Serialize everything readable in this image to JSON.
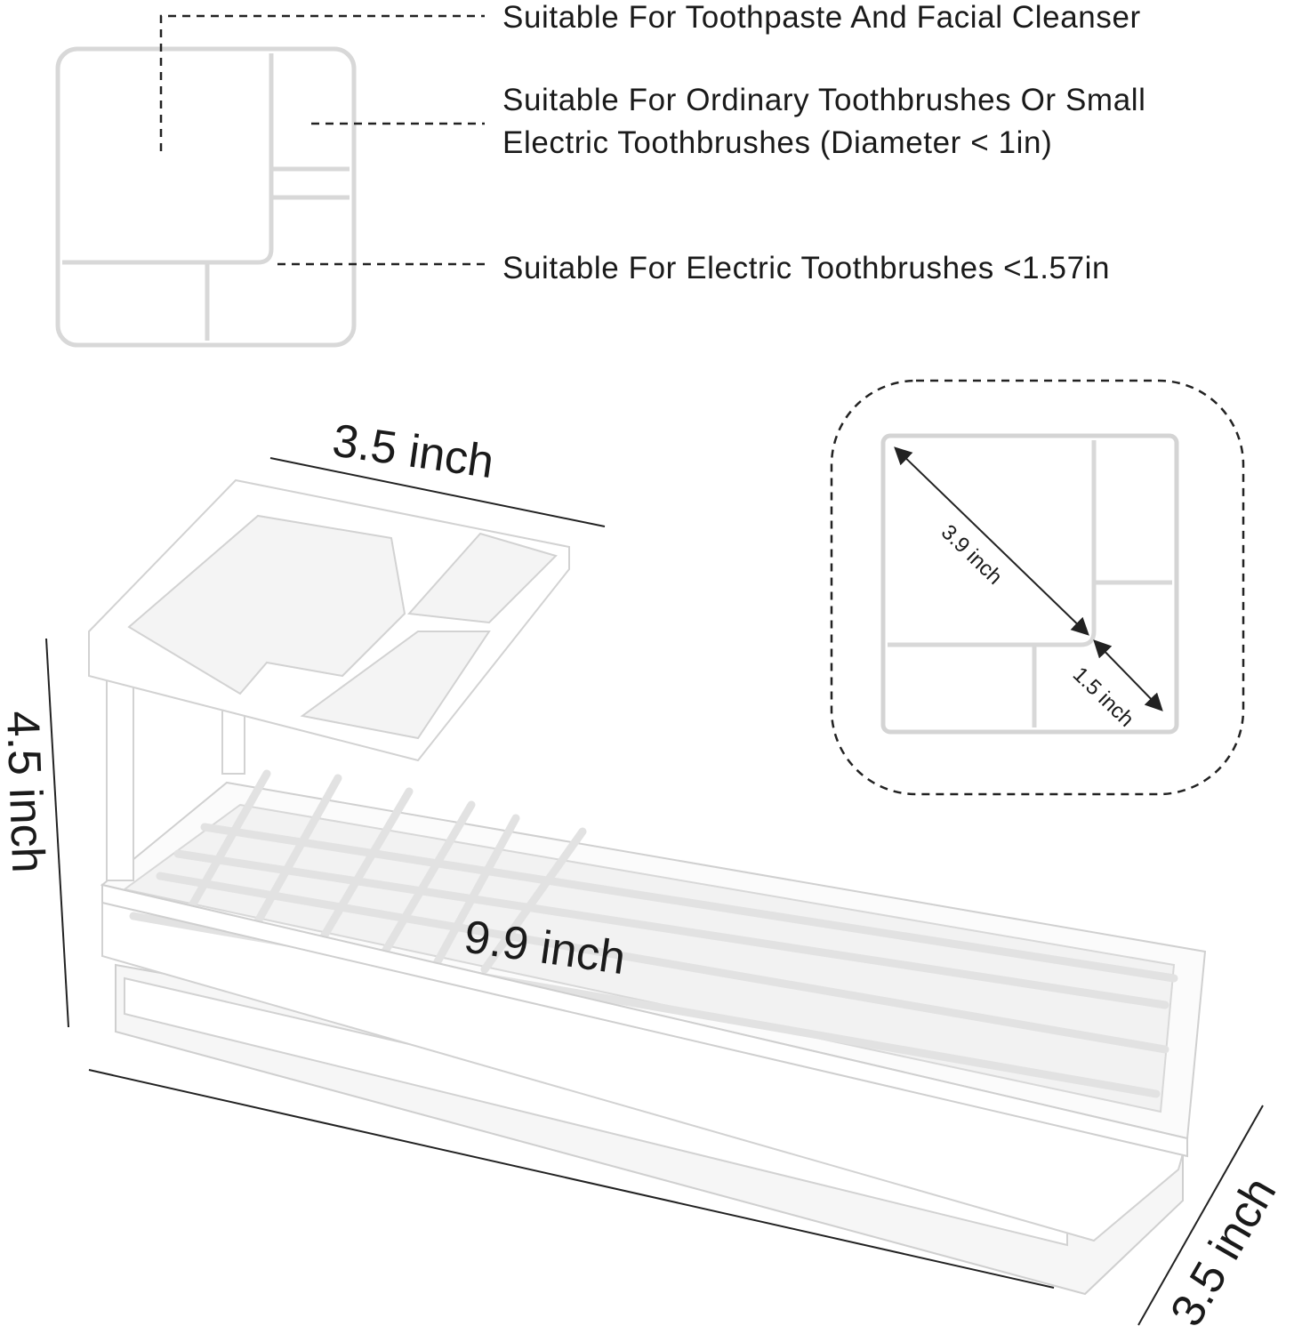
{
  "callouts": {
    "toothpaste": "Suitable For Toothpaste And Facial Cleanser",
    "ordinary_line1": "Suitable For Ordinary Toothbrushes Or Small",
    "ordinary_line2": "Electric Toothbrushes (Diameter < 1in)",
    "electric": "Suitable For Electric Toothbrushes <1.57in"
  },
  "dimensions": {
    "top_width": "3.5 inch",
    "height": "4.5 inch",
    "length": "9.9 inch",
    "depth": "3.5 inch",
    "diagonal": "3.9 inch",
    "slot": "1.5 inch"
  },
  "colors": {
    "product": "#ffffff",
    "outline": "#d0d0d0",
    "lines": "#222222"
  }
}
